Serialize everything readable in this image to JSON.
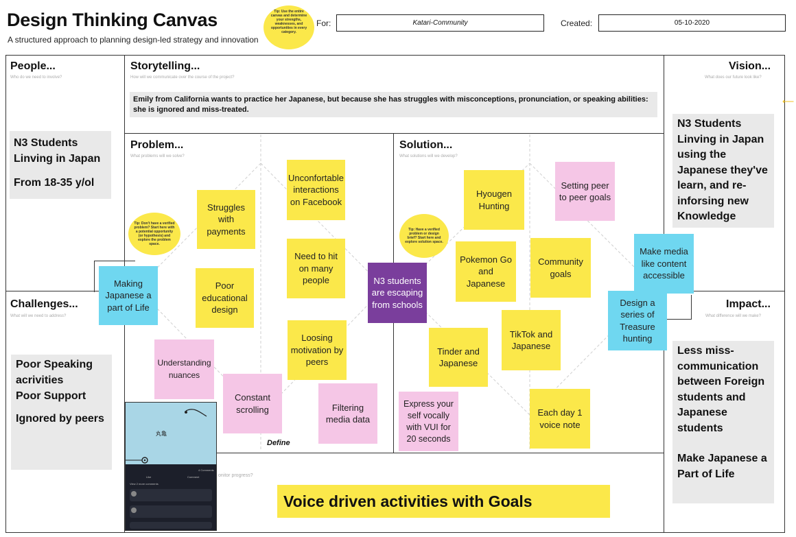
{
  "header": {
    "title": "Design Thinking Canvas",
    "subtitle": "A structured approach to planning design-led strategy and innovation",
    "tip": "Tip: Use the entire canvas and determine your strengths, weaknesses, and opportunities in every category.",
    "for_label": "For:",
    "for_value": "Katari-Community",
    "created_label": "Created:",
    "created_value": "05-10-2020"
  },
  "sections": {
    "people": {
      "title": "People...",
      "sub": "Who do we need to involve?",
      "text1": "N3 Students Linving in Japan",
      "text2": "From 18-35 y/ol"
    },
    "storytelling": {
      "title": "Storytelling...",
      "sub": "How will we communicate over the course of the project?",
      "text": "Emily from California wants to practice her Japanese, but because she has struggles with misconceptions, pronunciation, or speaking abilities: she is ignored and miss-treated."
    },
    "vision": {
      "title": "Vision...",
      "sub": "What does our future look like?",
      "text": "N3 Students Linving in Japan using the Japanese they've learn, and re-inforsing new Knowledge"
    },
    "problem": {
      "title": "Problem...",
      "sub": "What problems will we solve?",
      "tip": "Tip: Don't have a verified problem? Start here with a potential opportunity (or hypothesis) and explore the problem space."
    },
    "solution": {
      "title": "Solution...",
      "sub": "What solutions will we develop?",
      "tip": "Tip: Have a verified problem or design brief? Start here and explore solution space."
    },
    "challenges": {
      "title": "Challenges...",
      "sub": "What will we need to address?",
      "item1": "Poor Speaking acrivities",
      "item2": "Poor Support",
      "item3": "Ignored by peers"
    },
    "impact": {
      "title": "Impact...",
      "sub": "What difference will we make?",
      "text1": "Less miss-communication between Foreign students and Japanese students",
      "text2": "Make Japanese a Part of Life"
    },
    "metrics": {
      "sub": "onitor progress?",
      "highlight": "Voice driven activities with Goals"
    }
  },
  "notes": {
    "making_japanese": "Making Japanese a part of Life",
    "struggles_payments": "Struggles with payments",
    "uncomfortable": "Unconfortable interactions on Facebook",
    "poor_educational": "Poor educational design",
    "need_to_hit": "Need to hit on many people",
    "understanding": "Understanding nuances",
    "loosing_motivation": "Loosing motivation by peers",
    "constant_scrolling": "Constant scrolling",
    "filtering": "Filtering media data",
    "n3_escaping": "N3 students are escaping from schools",
    "hyougen": "Hyougen Hunting",
    "setting_peer": "Setting peer to peer goals",
    "pokemon": "Pokemon Go and Japanese",
    "community": "Community goals",
    "make_media": "Make media like content accessible",
    "treasure": "Design a series of Treasure hunting",
    "tiktok": "TikTok and Japanese",
    "tinder": "Tinder and Japanese",
    "express_vocally": "Express your self vocally with VUI for 20 seconds",
    "each_day": "Each day 1 voice note",
    "define_label": "Define"
  },
  "phone": {
    "map_label": "丸亀",
    "comments": "4 Comments",
    "like": "Like",
    "comment": "Comment",
    "view_more": "View 2 more comments",
    "colors": {
      "map": "#a9d6e6",
      "bg": "#1c1f2a"
    }
  },
  "colors": {
    "yellow": "#fbe84a",
    "pink": "#f5c6e6",
    "cyan": "#6fd7f0",
    "purple": "#7a3e9c",
    "gray": "#e9e9e9"
  }
}
